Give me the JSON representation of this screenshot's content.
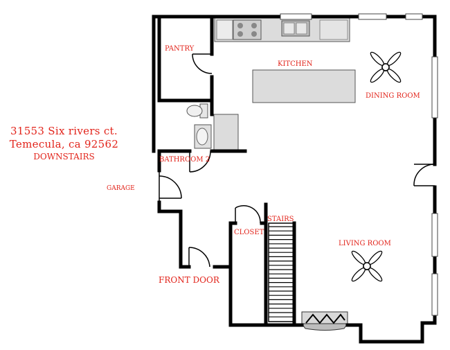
{
  "address": {
    "line1": "31553 Six rivers ct.",
    "line2": "Temecula, ca 92562",
    "line3": "DOWNSTAIRS"
  },
  "rooms": {
    "pantry": "PANTRY",
    "kitchen": "KITCHEN",
    "dining_room": "DINING ROOM",
    "bathroom_2": "BATHROOM 2",
    "garage": "GARAGE",
    "closet": "CLOSET",
    "stairs": "STAIRS",
    "living_room": "LIVING ROOM",
    "front_door": "FRONT DOOR"
  },
  "colors": {
    "label": "#e2231a",
    "wall": "#000000",
    "fixture": "#d9d9d9"
  }
}
